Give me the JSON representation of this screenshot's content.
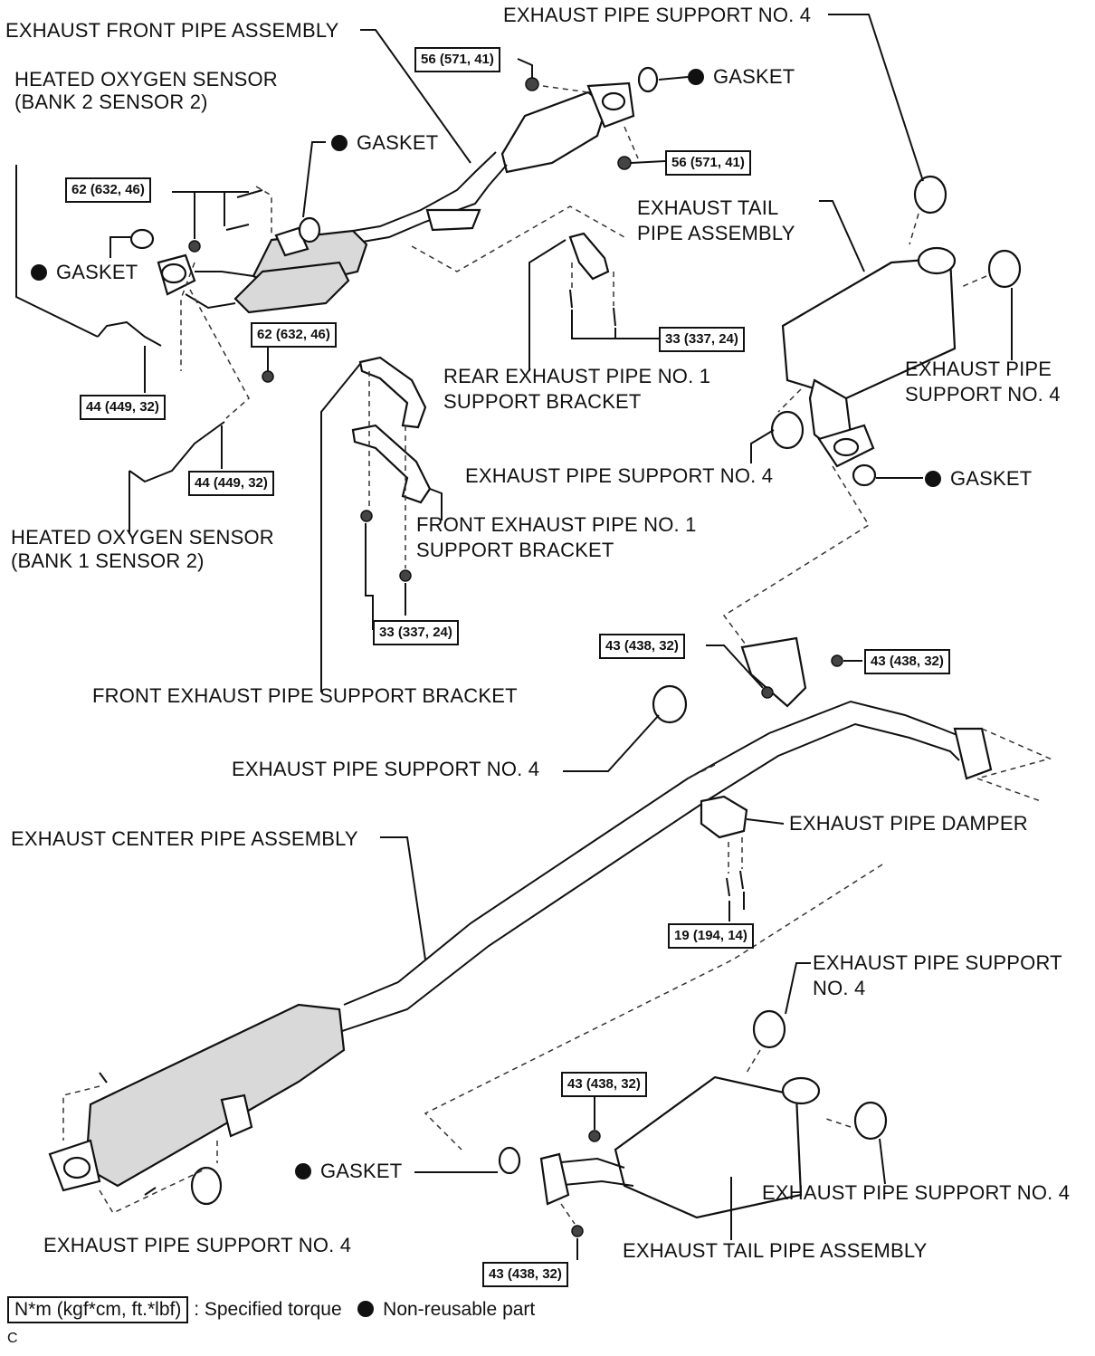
{
  "labels": {
    "exhaust_front_pipe_assembly": "EXHAUST FRONT PIPE ASSEMBLY",
    "heated_oxygen_sensor_b2s2_line1": "HEATED OXYGEN SENSOR",
    "heated_oxygen_sensor_b2s2_line2": "(BANK 2 SENSOR 2)",
    "gasket_top_center": "GASKET",
    "gasket_top_right": "GASKET",
    "gasket_left": "GASKET",
    "exhaust_pipe_support_no4_top": "EXHAUST PIPE SUPPORT NO. 4",
    "exhaust_tail_pipe_assembly_upper_line1": "EXHAUST TAIL",
    "exhaust_tail_pipe_assembly_upper_line2": "PIPE ASSEMBLY",
    "rear_exhaust_pipe_bracket_line1": "REAR EXHAUST PIPE NO. 1",
    "rear_exhaust_pipe_bracket_line2": "SUPPORT BRACKET",
    "exhaust_pipe_support_no4_right_line1": "EXHAUST PIPE",
    "exhaust_pipe_support_no4_right_line2": "SUPPORT NO. 4",
    "exhaust_pipe_support_no4_mid": "EXHAUST PIPE SUPPORT NO. 4",
    "gasket_mid_right": "GASKET",
    "heated_oxygen_sensor_b1s2_line1": "HEATED OXYGEN SENSOR",
    "heated_oxygen_sensor_b1s2_line2": "(BANK 1 SENSOR 2)",
    "front_exhaust_pipe_no1_bracket_line1": "FRONT EXHAUST PIPE NO. 1",
    "front_exhaust_pipe_no1_bracket_line2": "SUPPORT BRACKET",
    "front_exhaust_pipe_support_bracket": "FRONT EXHAUST PIPE SUPPORT BRACKET",
    "exhaust_pipe_support_no4_center": "EXHAUST PIPE SUPPORT NO. 4",
    "exhaust_pipe_damper": "EXHAUST PIPE DAMPER",
    "exhaust_center_pipe_assembly": "EXHAUST CENTER PIPE ASSEMBLY",
    "exhaust_pipe_support_lower_line1": "EXHAUST PIPE SUPPORT",
    "exhaust_pipe_support_lower_line2": "NO. 4",
    "gasket_bottom": "GASKET",
    "exhaust_pipe_support_no4_bottom_right": "EXHAUST PIPE SUPPORT NO. 4",
    "exhaust_pipe_support_no4_bottom_left": "EXHAUST PIPE SUPPORT NO. 4",
    "exhaust_tail_pipe_assembly_lower": "EXHAUST TAIL PIPE ASSEMBLY"
  },
  "torques": {
    "t56_a": "56 (571, 41)",
    "t56_b": "56 (571, 41)",
    "t62_a": "62 (632, 46)",
    "t62_b": "62 (632, 46)",
    "t44_a": "44 (449, 32)",
    "t44_b": "44 (449, 32)",
    "t33_a": "33 (337, 24)",
    "t33_b": "33 (337, 24)",
    "t43_a": "43 (438, 32)",
    "t43_b": "43 (438, 32)",
    "t19": "19 (194, 14)",
    "t43_c": "43 (438, 32)",
    "t43_d": "43 (438, 32)"
  },
  "legend": {
    "torque_format": "N*m (kgf*cm, ft.*lbf)",
    "torque_desc": ": Specified torque",
    "nonreusable_desc": "Non-reusable part"
  },
  "figure_code": "C"
}
